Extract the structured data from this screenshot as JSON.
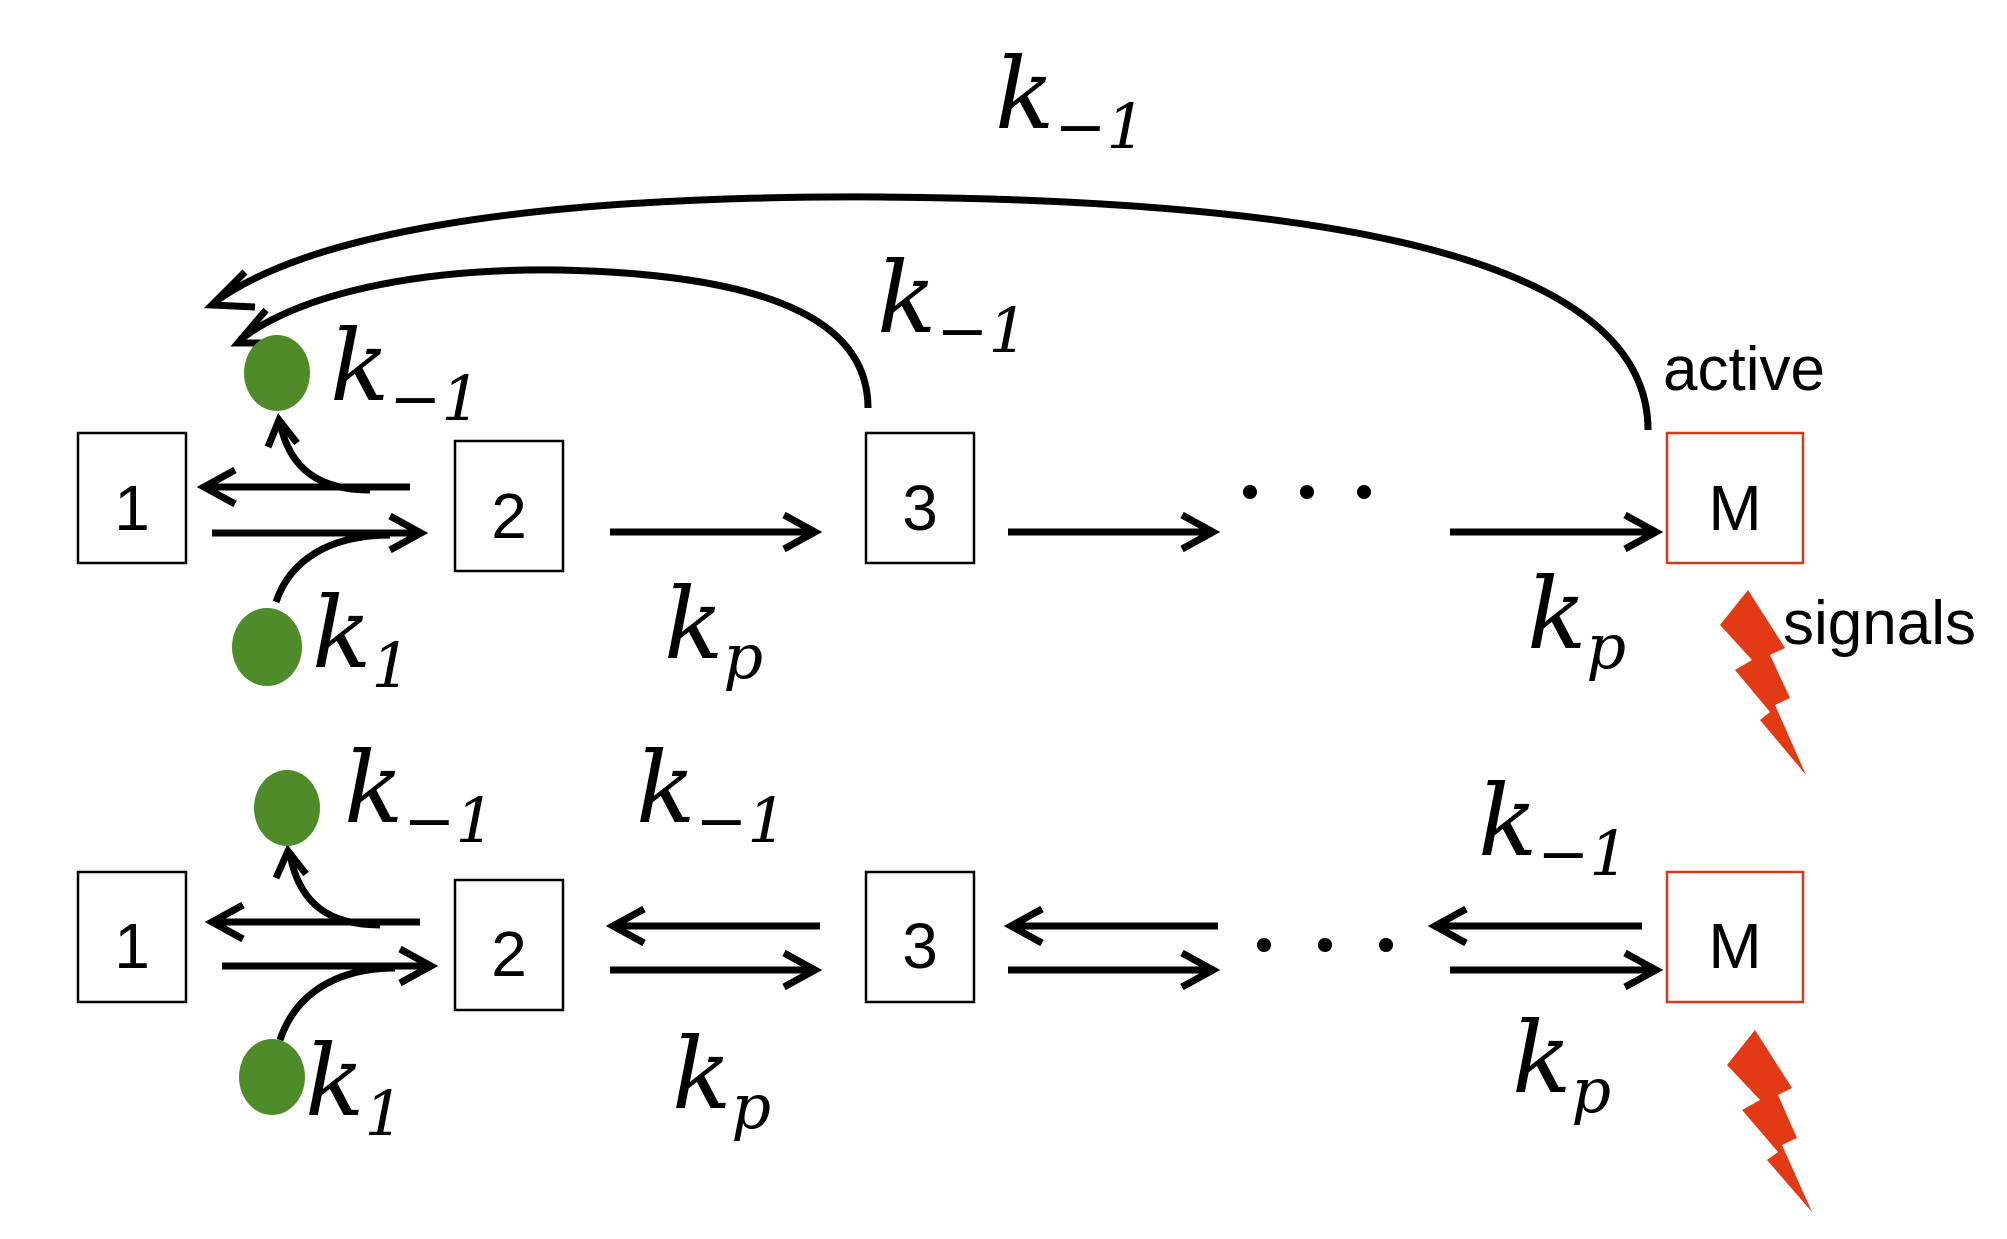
{
  "states": {
    "s1": "1",
    "s2": "2",
    "s3": "3",
    "sM": "M"
  },
  "rates": {
    "k_minus_1_symbol": "k",
    "k_minus_1_sub": "−1",
    "k1_symbol": "k",
    "k1_sub": "1",
    "kp_symbol": "k",
    "kp_sub": "p"
  },
  "labels": {
    "active": "active",
    "signals": "signals"
  },
  "colors": {
    "ligand": "#4e8c2a",
    "signal_bolt": "#e23a14",
    "active_box": "#d23a1a"
  }
}
